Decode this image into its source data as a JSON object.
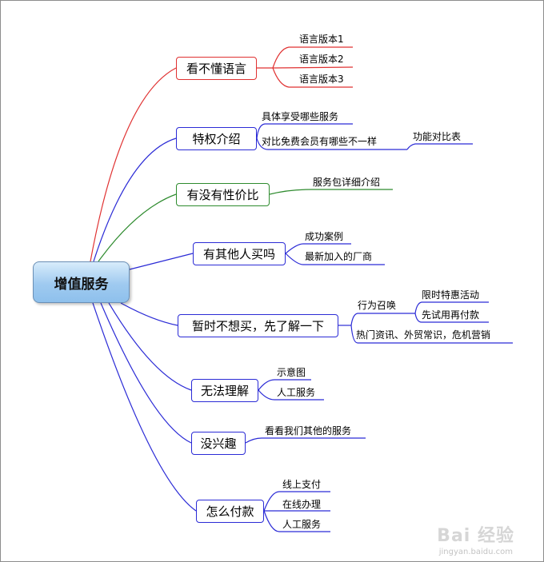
{
  "root": "增值服务",
  "branches": [
    {
      "label": "看不懂语言",
      "children": [
        "语言版本1",
        "语言版本2",
        "语言版本3"
      ]
    },
    {
      "label": "特权介绍",
      "children": [
        "具体享受哪些服务",
        "对比免费会员有哪些不一样"
      ],
      "grandchild": "功能对比表"
    },
    {
      "label": "有没有性价比",
      "children": [
        "服务包详细介绍"
      ]
    },
    {
      "label": "有其他人买吗",
      "children": [
        "成功案例",
        "最新加入的厂商"
      ]
    },
    {
      "label": "暂时不想买，先了解一下",
      "children": [
        "行为召唤",
        "热门资讯、外贸常识，危机营销"
      ],
      "grandchildren": [
        "限时特惠活动",
        "先试用再付款"
      ]
    },
    {
      "label": "无法理解",
      "children": [
        "示意图",
        "人工服务"
      ]
    },
    {
      "label": "没兴趣",
      "children": [
        "看看我们其他的服务"
      ]
    },
    {
      "label": "怎么付款",
      "children": [
        "线上支付",
        "在线办理",
        "人工服务"
      ]
    }
  ],
  "watermark": {
    "text": "Bai 经验",
    "sub": "jingyan.baidu.com"
  },
  "colors": {
    "red": "#e03131",
    "blue": "#2b2bd6",
    "green": "#2e8b2e"
  }
}
